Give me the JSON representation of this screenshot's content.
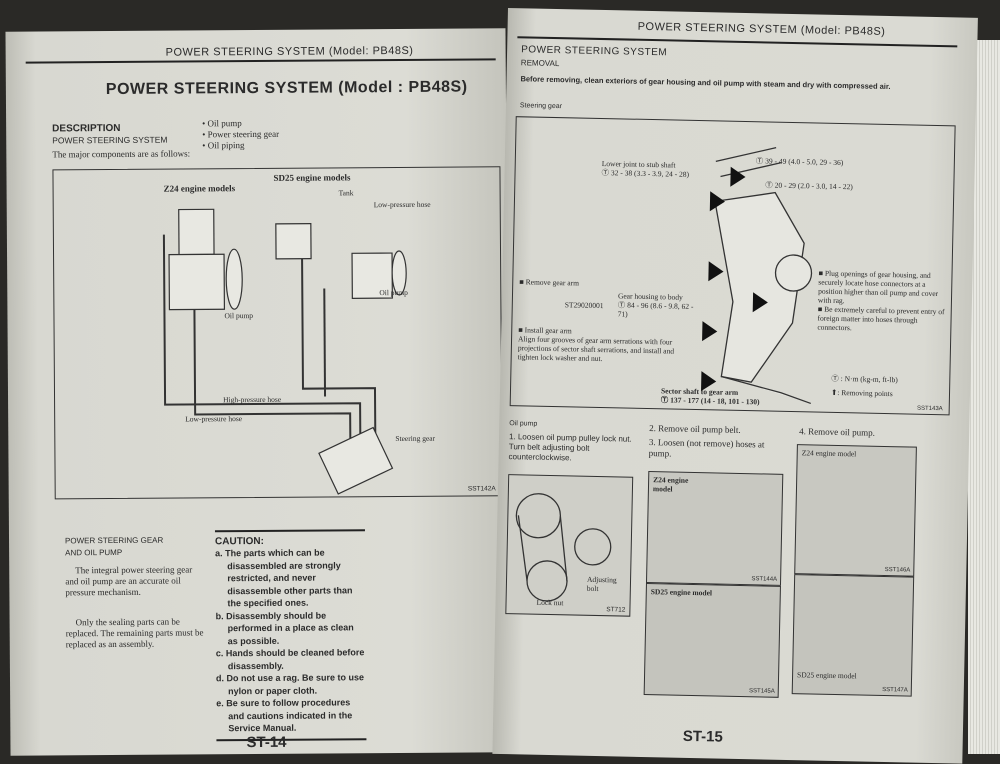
{
  "left_page": {
    "running_header": "POWER STEERING SYSTEM (Model: PB48S)",
    "title": "POWER STEERING SYSTEM (Model : PB48S)",
    "description": {
      "heading": "DESCRIPTION",
      "subheading": "POWER STEERING SYSTEM",
      "intro": "The major components are as follows:",
      "components": [
        "Oil pump",
        "Power steering gear",
        "Oil piping"
      ]
    },
    "diagram": {
      "z24_label": "Z24 engine models",
      "sd25_label": "SD25 engine models",
      "tank": "Tank",
      "low_pressure_hose_top": "Low-pressure hose",
      "oil_pump_z24": "Oil pump",
      "oil_pump_sd25": "Oil pump",
      "high_pressure_hose": "High-pressure hose",
      "low_pressure_hose": "Low-pressure hose",
      "steering_gear": "Steering gear",
      "code": "SST142A"
    },
    "gear_section": {
      "heading_1": "POWER STEERING GEAR",
      "heading_2": "AND OIL PUMP",
      "para1": "The integral power steering gear and oil pump are an accurate oil pressure mechanism.",
      "para2": "Only the sealing parts can be replaced. The remaining parts must be replaced as an assembly."
    },
    "caution": {
      "title": "CAUTION:",
      "items": [
        "a. The parts which can be disassembled are strongly restricted, and never disassemble other parts than the specified ones.",
        "b. Disassembly should be performed in a place as clean as possible.",
        "c. Hands should be cleaned before disassembly.",
        "d. Do not use a rag. Be sure to use nylon or paper cloth.",
        "e. Be sure to follow procedures and cautions indicated in the Service Manual."
      ]
    },
    "page_number": "ST-14"
  },
  "right_page": {
    "running_header": "POWER STEERING SYSTEM (Model: PB48S)",
    "title": "POWER STEERING SYSTEM",
    "subtitle": "REMOVAL",
    "intro": "Before removing, clean exteriors of gear housing and oil pump with steam and dry with compressed air.",
    "steering_gear": {
      "label": "Steering gear",
      "lower_joint": "Lower joint to stub shaft",
      "lower_joint_torque": "Ⓣ 32 - 38 (3.3 - 3.9, 24 - 28)",
      "torque_1": "Ⓣ 39 - 49 (4.0 - 5.0, 29 - 36)",
      "torque_2": "Ⓣ 20 - 29 (2.0 - 3.0, 14 - 22)",
      "remove_gear_arm": "Remove gear arm",
      "tool": "ST29020001",
      "gear_housing": "Gear housing to body",
      "gear_housing_torque": "Ⓣ 84 - 96 (8.6 - 9.8, 62 - 71)",
      "install_gear_arm": "Install gear arm",
      "install_text": "Align four grooves of gear arm serrations with four projections of sector shaft serrations, and install and tighten lock washer and nut.",
      "sector_shaft": "Sector shaft to gear arm",
      "sector_shaft_torque": "Ⓣ 137 - 177 (14 - 18, 101 - 130)",
      "note1": "Plug openings of gear housing, and securely locate hose connectors at a position higher than oil pump and cover with rag.",
      "note2": "Be extremely careful to prevent entry of foreign matter into hoses through connectors.",
      "legend_torque": "Ⓣ : N·m (kg-m, ft-lb)",
      "legend_removing": ": Removing points",
      "code": "SST143A"
    },
    "oil_pump": {
      "label": "Oil pump",
      "step1": "1. Loosen oil pump pulley lock nut. Turn belt adjusting bolt counterclockwise.",
      "adjusting_bolt": "Adjusting bolt",
      "lock_nut": "Lock nut",
      "code1": "ST712",
      "step2": "2. Remove oil pump belt.",
      "step3": "3. Loosen (not remove) hoses at pump.",
      "step4": "4. Remove oil pump.",
      "z24_model": "Z24 engine model",
      "sd25_model": "SD25 engine model",
      "code2": "SST144A",
      "code3": "SST145A",
      "code4": "SST146A",
      "code5": "SST147A"
    },
    "page_number": "ST-15"
  }
}
